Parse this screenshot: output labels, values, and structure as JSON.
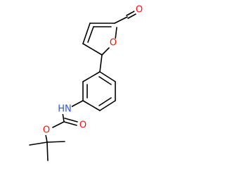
{
  "molecule": {
    "colors": {
      "bond": "#000000",
      "oxygen": "#ff0d0d",
      "nitrogen": "#3050f8",
      "background": "#ffffff"
    },
    "atoms": {
      "furan_oxygen": "O",
      "aldehyde_oxygen": "O",
      "amine": "HN",
      "carbonyl_oxygen": "O",
      "ester_oxygen": "O"
    }
  }
}
